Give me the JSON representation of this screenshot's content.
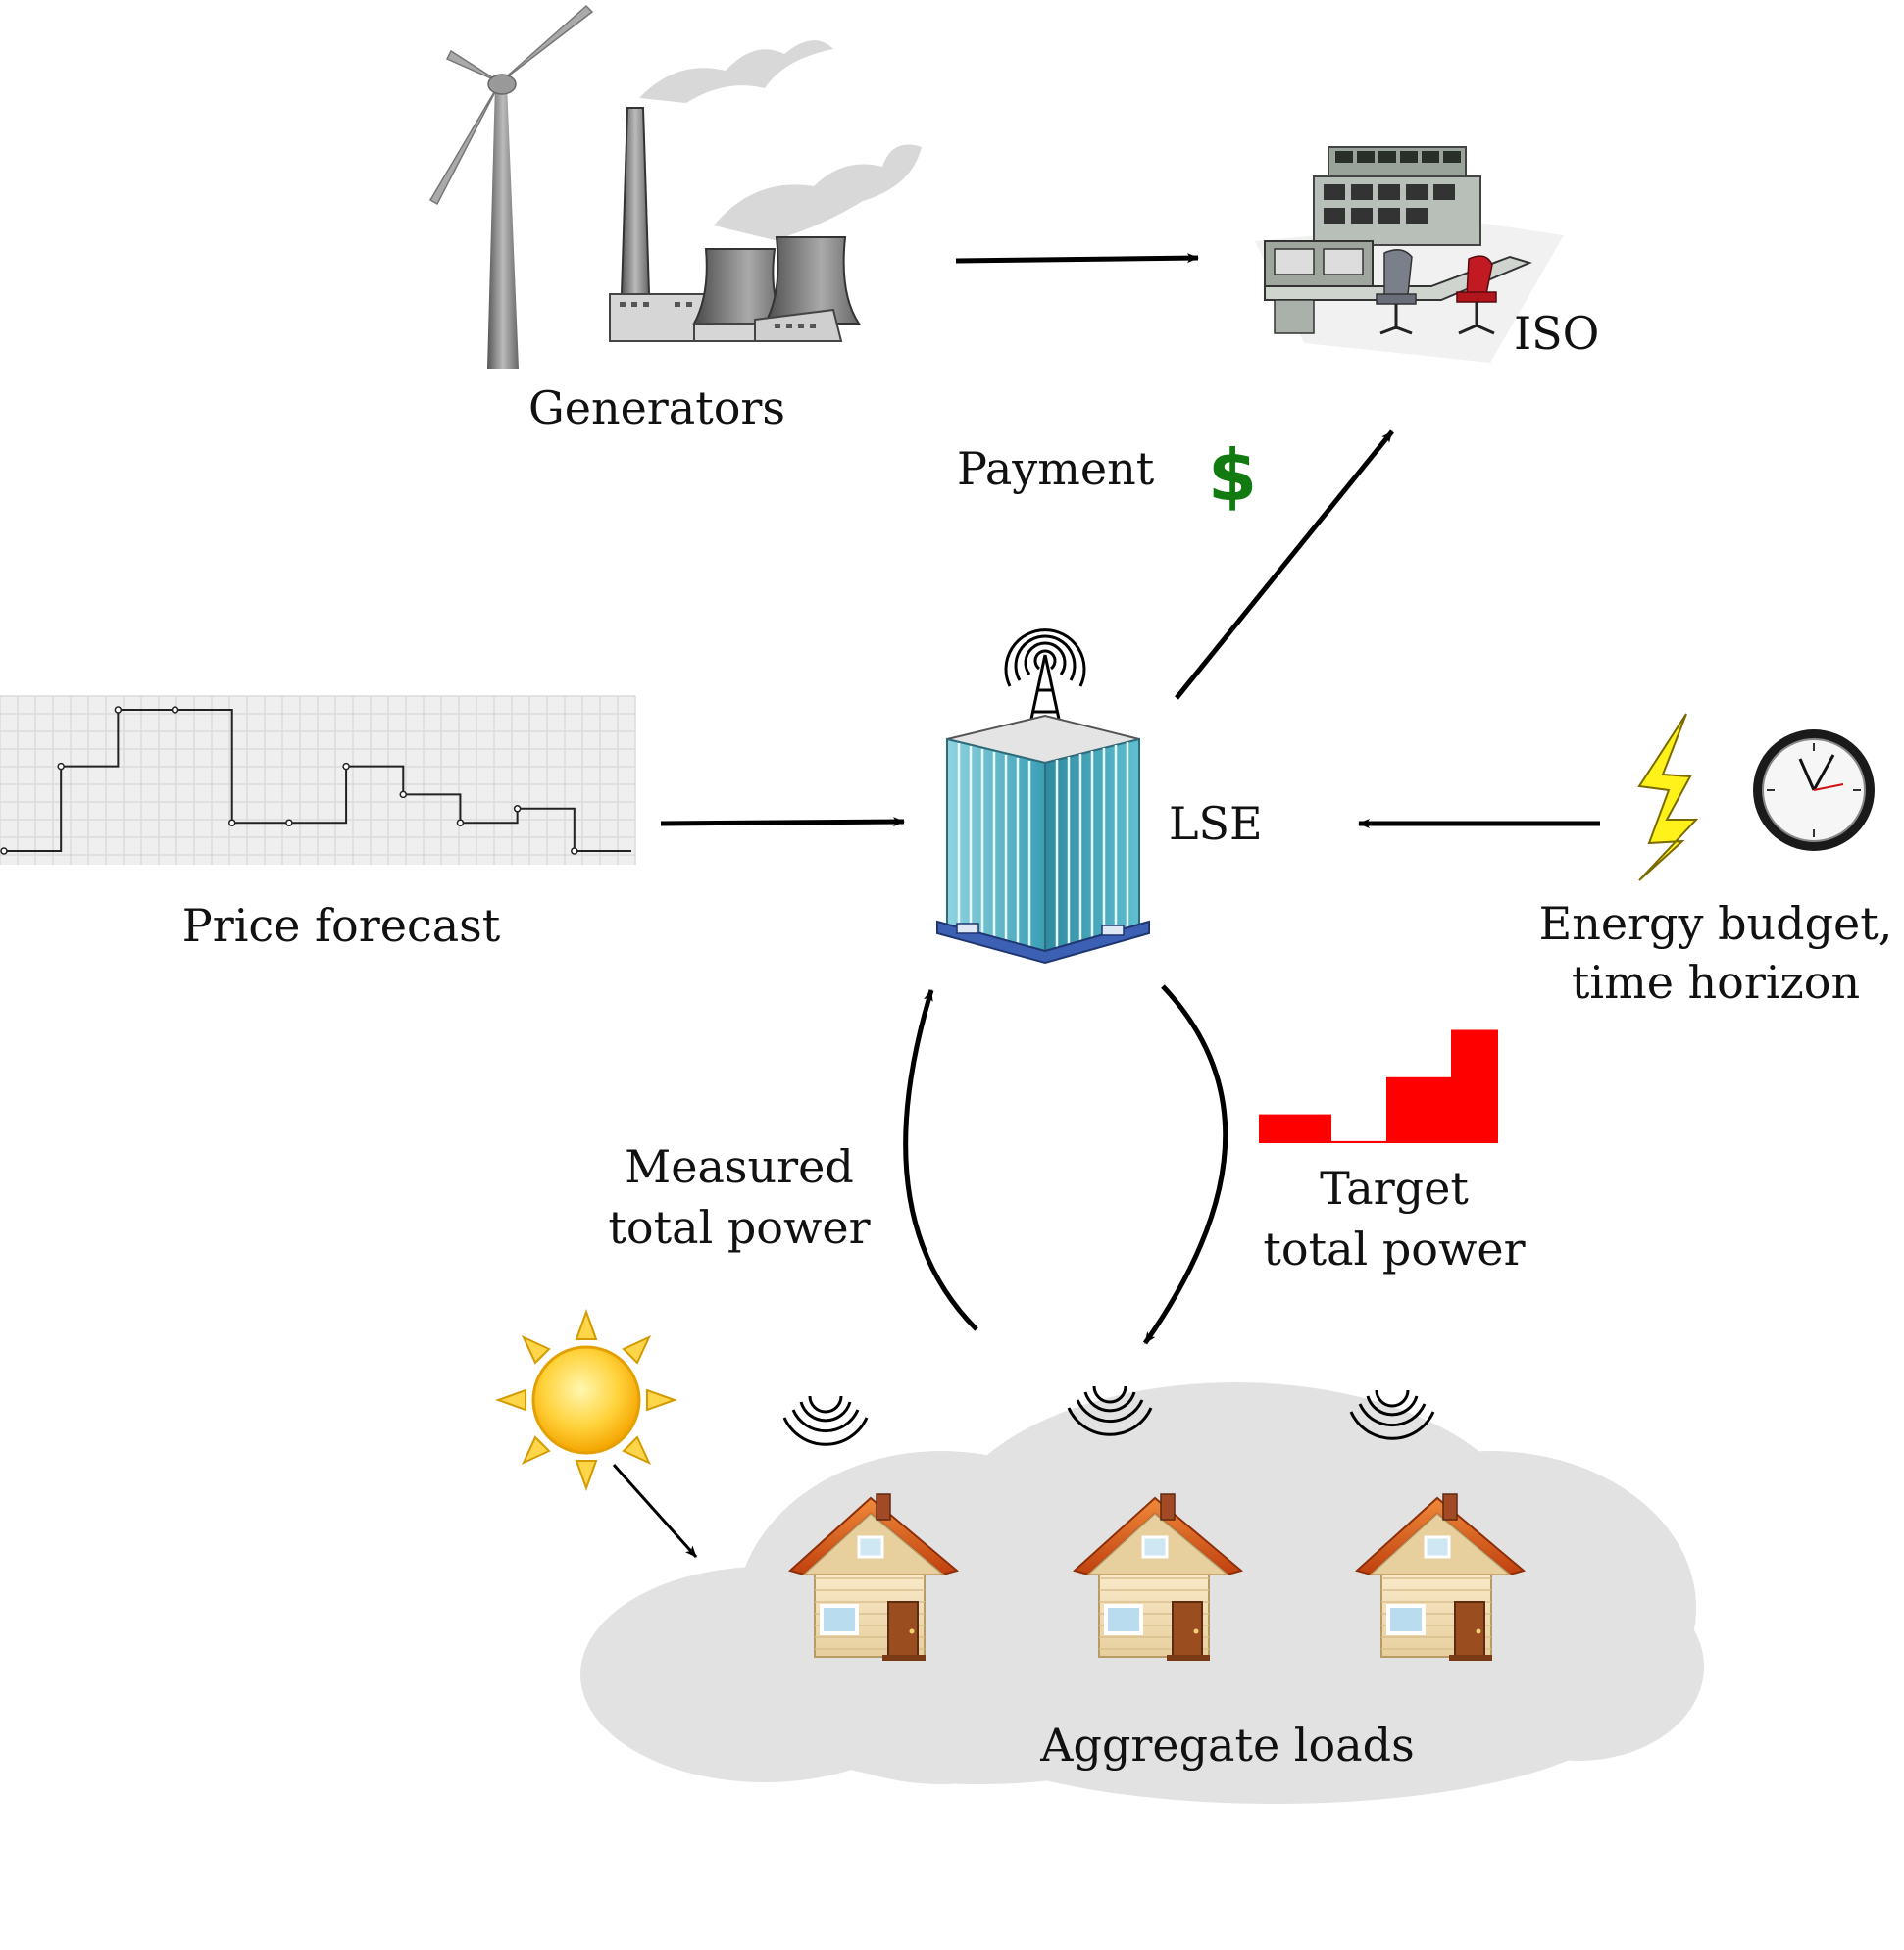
{
  "labels": {
    "generators": "Generators",
    "iso": "ISO",
    "payment": "Payment",
    "dollar": "$",
    "lse": "LSE",
    "price_forecast": "Price forecast",
    "energy_budget_line1": "Energy budget,",
    "energy_budget_line2": "time horizon",
    "measured_line1": "Measured",
    "measured_line2": "total power",
    "target_line1": "Target",
    "target_line2": "total power",
    "aggregate_loads": "Aggregate loads"
  },
  "icons": {
    "wind_turbine": "wind-turbine-icon",
    "power_plant": "power-plant-icon",
    "control_room": "control-room-icon",
    "building": "office-building-icon",
    "lightning": "lightning-icon",
    "clock": "clock-icon",
    "sun": "sun-icon",
    "house": "house-icon"
  },
  "colors": {
    "dollar": "#117a11",
    "target_bars": "#ff0000",
    "cloud": "#e2e2e2",
    "sun": "#ffc20e",
    "lightning": "#ffee00",
    "roof": "#d9531e",
    "building_glass": "#3a9fb5"
  },
  "price_forecast_steps": [
    1,
    4,
    6,
    6,
    2,
    2,
    4,
    3,
    2,
    2.5,
    1
  ],
  "target_power_bars": [
    1.4,
    0.1,
    3.2,
    5.5
  ]
}
